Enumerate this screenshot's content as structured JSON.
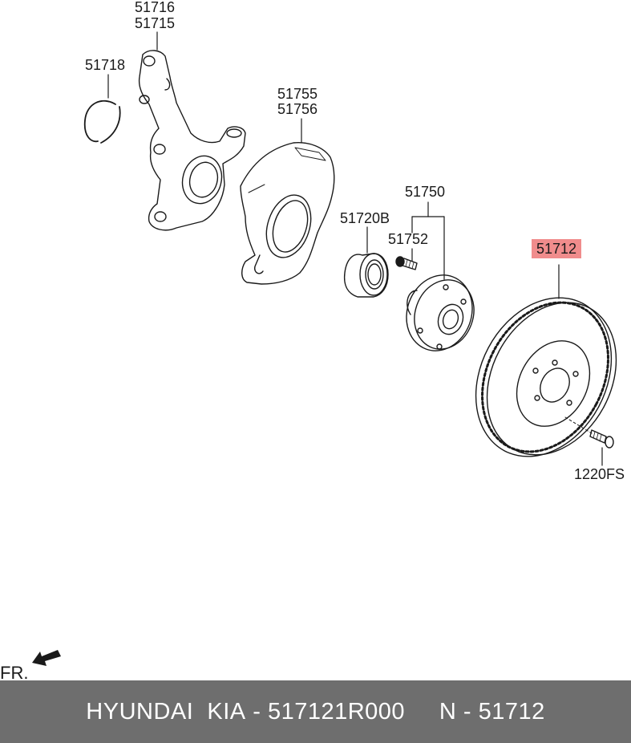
{
  "callouts": {
    "knuckle_a": "51716",
    "knuckle_b": "51715",
    "ring": "51718",
    "shield_a": "51755",
    "shield_b": "51756",
    "hub_assy": "51750",
    "bearing": "51720B",
    "hub_bolt": "51752",
    "disc": "51712",
    "disc_screw": "1220FS"
  },
  "highlight_color": "#f08c8c",
  "direction": {
    "label": "FR.",
    "icon": "arrow-icon"
  },
  "footer": {
    "brand": "HYUNDAI  KIA",
    "sep1": " - ",
    "part_number": "517121R000",
    "gap": "     ",
    "n_prefix": "N - ",
    "n_value": "51712"
  },
  "footer_color": "#6e6e6e"
}
